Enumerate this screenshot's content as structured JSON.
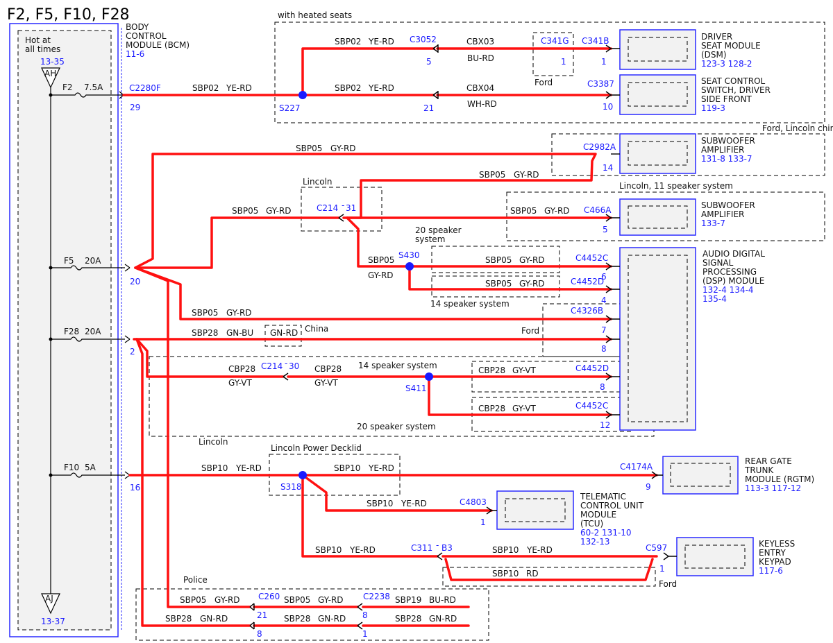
{
  "title": "F2, F5, F10, F28",
  "bcm": {
    "label_line1": "BODY",
    "label_line2": "CONTROL",
    "label_line3": "MODULE (BCM)",
    "ref": "11-6",
    "connector": "C2280F",
    "hot_label_line1": "Hot at",
    "hot_label_line2": "all times",
    "ah_ref": "13-35",
    "ah_label": "AH",
    "aj_label": "AJ",
    "aj_ref": "13-37",
    "fuses": [
      {
        "name": "F2",
        "rating": "7.5A",
        "pin": "29"
      },
      {
        "name": "F5",
        "rating": "20A",
        "pin": "20"
      },
      {
        "name": "F28",
        "rating": "20A",
        "pin": "2"
      },
      {
        "name": "F10",
        "rating": "5A",
        "pin": "16"
      }
    ]
  },
  "modules": {
    "dsm": {
      "l1": "DRIVER",
      "l2": "SEAT MODULE",
      "l3": "(DSM)",
      "ref": "123-3  128-2"
    },
    "seat_switch": {
      "l1": "SEAT CONTROL",
      "l2": "SWITCH, DRIVER",
      "l3": "SIDE FRONT",
      "ref": "119-3"
    },
    "sub_amp1": {
      "l1": "SUBWOOFER",
      "l2": "AMPLIFIER",
      "ref": "131-8  133-7"
    },
    "sub_amp2": {
      "l1": "SUBWOOFER",
      "l2": "AMPLIFIER",
      "ref": "133-7"
    },
    "dsp": {
      "l1": "AUDIO DIGITAL",
      "l2": "SIGNAL",
      "l3": "PROCESSING",
      "l4": "(DSP) MODULE",
      "ref1": "132-4  134-4",
      "ref2": "135-4"
    },
    "rgtm": {
      "l1": "REAR GATE",
      "l2": "TRUNK",
      "l3": "MODULE (RGTM)",
      "ref": "113-3  117-12"
    },
    "tcu": {
      "l1": "TELEMATIC",
      "l2": "CONTROL UNIT",
      "l3": "MODULE",
      "l4": "(TCU)",
      "ref1": "60-2     131-10",
      "ref2": "132-13"
    },
    "keypad": {
      "l1": "KEYLESS",
      "l2": "ENTRY",
      "l3": "KEYPAD",
      "ref": "117-6"
    }
  },
  "region_labels": {
    "heated_seats": "with heated seats",
    "ford_lincoln_china": "Ford, Lincoln china",
    "lincoln_top": "Lincoln",
    "lincoln_11": "Lincoln, 11 speaker system",
    "spk20_top_l1": "20 speaker",
    "spk20_top_l2": "system",
    "spk14_mid": "14 speaker system",
    "ford_mid": "Ford",
    "china": "China",
    "spk14_lower": "14 speaker system",
    "spk20_lower": "20 speaker system",
    "lincoln_lower": "Lincoln",
    "power_decklid": "Lincoln Power Decklid",
    "ford_top": "Ford",
    "ford_keypad": "Ford",
    "police": "Police"
  },
  "connectors": {
    "c3052": "C3052",
    "c3052_pin5": "5",
    "c3052_pin21": "21",
    "c341g": "C341G",
    "c341g_pin": "1",
    "c341b": "C341B",
    "c341b_pin": "1",
    "c3387": "C3387",
    "c3387_pin": "10",
    "c2982a": "C2982A",
    "c2982a_pin": "14",
    "c214_31_a": "C214",
    "c214_31_b": "31",
    "c466a": "C466A",
    "c466a_pin": "5",
    "c4452c_top": "C4452C",
    "c4452c_top_pin": "6",
    "c4452d_top": "C4452D",
    "c4452d_top_pin": "4",
    "c4326b": "C4326B",
    "c4326b_pin7": "7",
    "c4326b_pin8": "8",
    "c214_30_a": "C214",
    "c214_30_b": "30",
    "c4452d_low": "C4452D",
    "c4452d_low_pin": "8",
    "c4452c_low": "C4452C",
    "c4452c_low_pin": "12",
    "c4174a": "C4174A",
    "c4174a_pin": "9",
    "c4803": "C4803",
    "c4803_pin": "1",
    "c311_a": "C311",
    "c311_b": "B3",
    "c597": "C597",
    "c597_pin": "1",
    "c260": "C260",
    "c260_pin21": "21",
    "c260_pin8": "8",
    "c2238": "C2238",
    "c2238_pin8": "8",
    "c2238_pin1": "1"
  },
  "splices": {
    "s227": "S227",
    "s430": "S430",
    "s411": "S411",
    "s318": "S318"
  },
  "wires": {
    "sbp02_a": "SBP02",
    "yerd_a": "YE-RD",
    "sbp02_b": "SBP02",
    "yerd_b": "YE-RD",
    "sbp02_c": "SBP02",
    "yerd_c": "YE-RD",
    "cbx03": "CBX03",
    "burd": "BU-RD",
    "cbx04": "CBX04",
    "whrd": "WH-RD",
    "sbp05_a": "SBP05",
    "gyrd_a": "GY-RD",
    "sbp05_b": "SBP05",
    "gyrd_b": "GY-RD",
    "sbp05_c": "SBP05",
    "gyrd_c": "GY-RD",
    "sbp05_d": "SBP05",
    "gyrd_d": "GY-RD",
    "sbp05_e": "SBP05",
    "gyrd_e": "GY-RD",
    "sbp05_f": "SBP05",
    "gyrd_f": "GY-RD",
    "sbp05_g": "SBP05",
    "gyrd_g": "GY-RD",
    "sbp05_h": "SBP05",
    "gyrd_h": "GY-RD",
    "sbp28_a": "SBP28",
    "gnbu": "GN-BU",
    "gnrd_china": "GN-RD",
    "cbp28_a": "CBP28",
    "gyvt_a": "GY-VT",
    "cbp28_b": "CBP28",
    "gyvt_b": "GY-VT",
    "cbp28_c": "CBP28",
    "gyvt_c": "GY-VT",
    "cbp28_d": "CBP28",
    "gyvt_d": "GY-VT",
    "sbp10_a": "SBP10",
    "yerd_10a": "YE-RD",
    "sbp10_b": "SBP10",
    "yerd_10b": "YE-RD",
    "sbp10_c": "SBP10",
    "yerd_10c": "YE-RD",
    "sbp10_d": "SBP10",
    "yerd_10d": "YE-RD",
    "sbp10_e": "SBP10",
    "yerd_10e": "YE-RD",
    "sbp10_f": "SBP10",
    "rd_10f": "RD",
    "sbp05_p1": "SBP05",
    "gyrd_p1": "GY-RD",
    "sbp05_p2": "SBP05",
    "gyrd_p2": "GY-RD",
    "sbp19": "SBP19",
    "burd_19": "BU-RD",
    "sbp28_p1": "SBP28",
    "gnrd_p1": "GN-RD",
    "sbp28_p2": "SBP28",
    "gnrd_p2": "GN-RD",
    "sbp28_p3": "SBP28",
    "gnrd_p3": "GN-RD"
  },
  "colors": {
    "wire": "#ff1010",
    "connector_text": "#1a1aff",
    "module_border": "#2a2aff",
    "module_fill": "#f2f2f2"
  }
}
